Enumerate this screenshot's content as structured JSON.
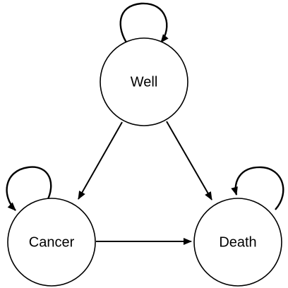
{
  "diagram": {
    "nodes": [
      {
        "id": "well",
        "label": "Well"
      },
      {
        "id": "cancer",
        "label": "Cancer"
      },
      {
        "id": "death",
        "label": "Death"
      }
    ],
    "edges": [
      {
        "from": "well",
        "to": "well"
      },
      {
        "from": "cancer",
        "to": "cancer"
      },
      {
        "from": "death",
        "to": "death"
      },
      {
        "from": "well",
        "to": "cancer"
      },
      {
        "from": "well",
        "to": "death"
      },
      {
        "from": "cancer",
        "to": "death"
      }
    ]
  }
}
